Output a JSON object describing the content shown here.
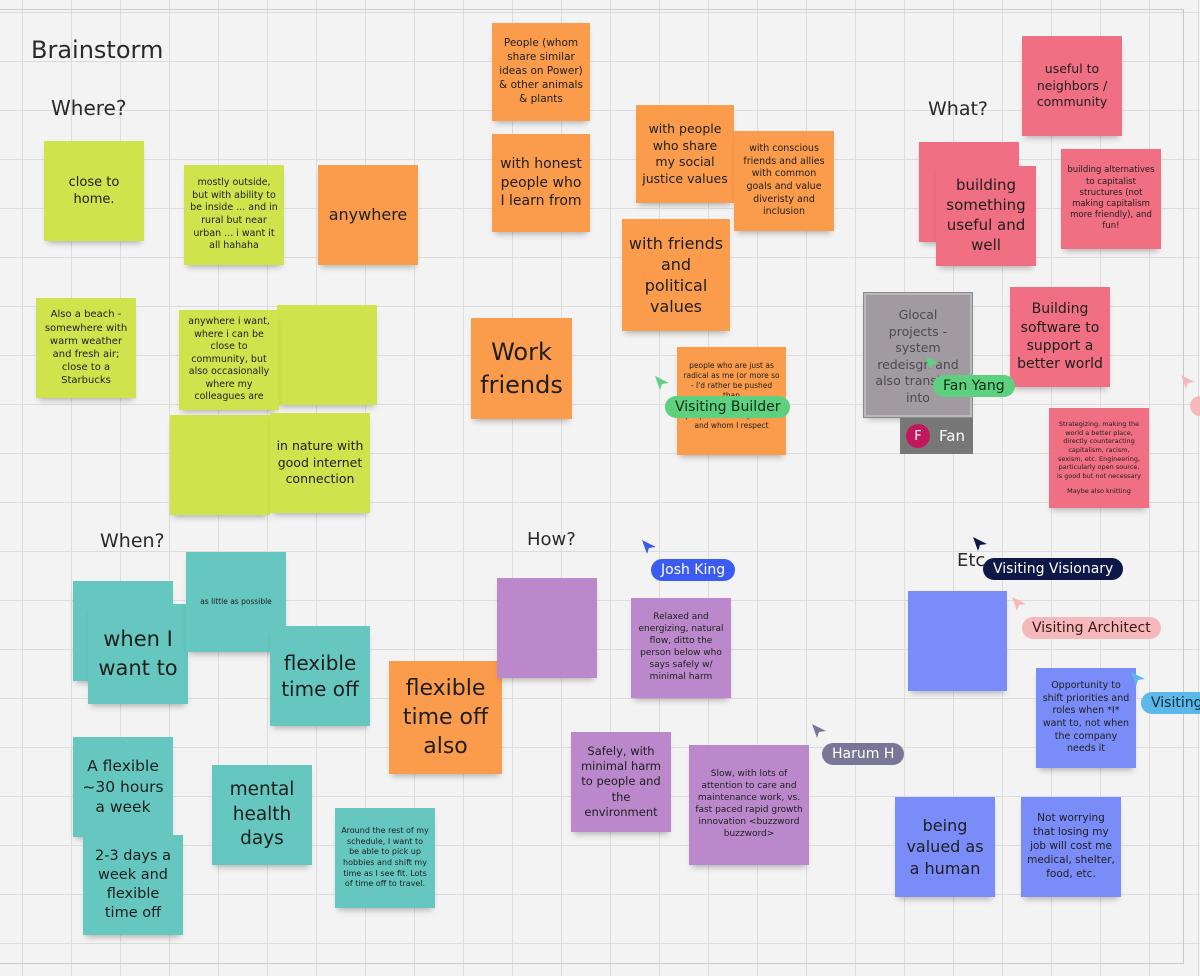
{
  "board": {
    "title": "Brainstorm",
    "sections": {
      "where": "Where?",
      "what": "What?",
      "when": "When?",
      "how": "How?",
      "etc": "Etc"
    }
  },
  "notes": {
    "where": [
      "close to home.",
      "mostly outside, but with ability to be inside ... and in rural but near urban ... i want it all hahaha",
      "anywhere",
      "Also a beach - somewhere with warm weather and fresh air; close to a Starbucks",
      "anywhere i want, where i can be close to community, but also occasionally where my colleagues are",
      "in nature with good internet connection"
    ],
    "who": [
      "People (whom share similar ideas on Power) & other animals & plants",
      "with honest people who I learn from",
      "with people who share my social justice values",
      "with conscious friends and allies with common goals and value diveristy and inclusion",
      "with friends and political values",
      "Work friends",
      "people who are just as radical as  me (or more so - I'd rather be pushed than",
      "people who I respect me and whom I respect"
    ],
    "what": [
      "useful to neighbors / community",
      "building something useful and well",
      "building alternatives to capitalist structures (not making capitalism more friendly), and fun!",
      "Glocal projects - system redeisgn and also translate into",
      "Building software to support a better world",
      "Strategizing, making the world a better place, directly counteracting capitalism, racism, sexism, etc. Engineering, particularly open source, is good but not necessary",
      "Maybe also knitting"
    ],
    "when": [
      "when I want to",
      "as little as possible",
      "flexible time off",
      "flexible time off also",
      "A flexible ~30 hours a week",
      "mental health days",
      "2-3 days a week and flexible time off",
      "Around the rest of my schedule, I want to be able to pick up hobbies and shift my time as I see fit. Lots of time off to travel."
    ],
    "how": [
      "Relaxed and energizing, natural flow, ditto the person below who says safely w/ minimal harm",
      "Safely, with minimal harm to people and the environment",
      "Slow, with lots of attention to care and maintenance work, vs. fast paced rapid growth innovation <buzzword buzzword>"
    ],
    "etc": [
      "Opportunity to shift priorities and roles when *I* want to, not when the company needs it",
      "being valued as a human",
      "Not worrying that losing my job will cost me medical, shelter, food, etc."
    ]
  },
  "collaborators": {
    "fan_yang": "Fan Yang",
    "fan_avatar_initial": "F",
    "fan_avatar_name": "Fan",
    "visiting_builder": "Visiting Builder",
    "josh_king": "Josh King",
    "visiting_visionary": "Visiting Visionary",
    "visiting_architect": "Visiting Architect",
    "harum": "Harum H",
    "visiting_partial": "Visiting"
  },
  "colors": {
    "lime": "#cfe34d",
    "orange": "#fb9c4c",
    "pink": "#f06f82",
    "teal": "#66c7c0",
    "purple": "#bc88cc",
    "blue": "#7a8cf8",
    "cursor_green": "#5dd17f",
    "cursor_blue": "#3b5bf2",
    "cursor_navy": "#0f1747",
    "cursor_pink": "#f6b9bb",
    "cursor_gray": "#7a7696",
    "cursor_sky": "#5bb8e8"
  }
}
